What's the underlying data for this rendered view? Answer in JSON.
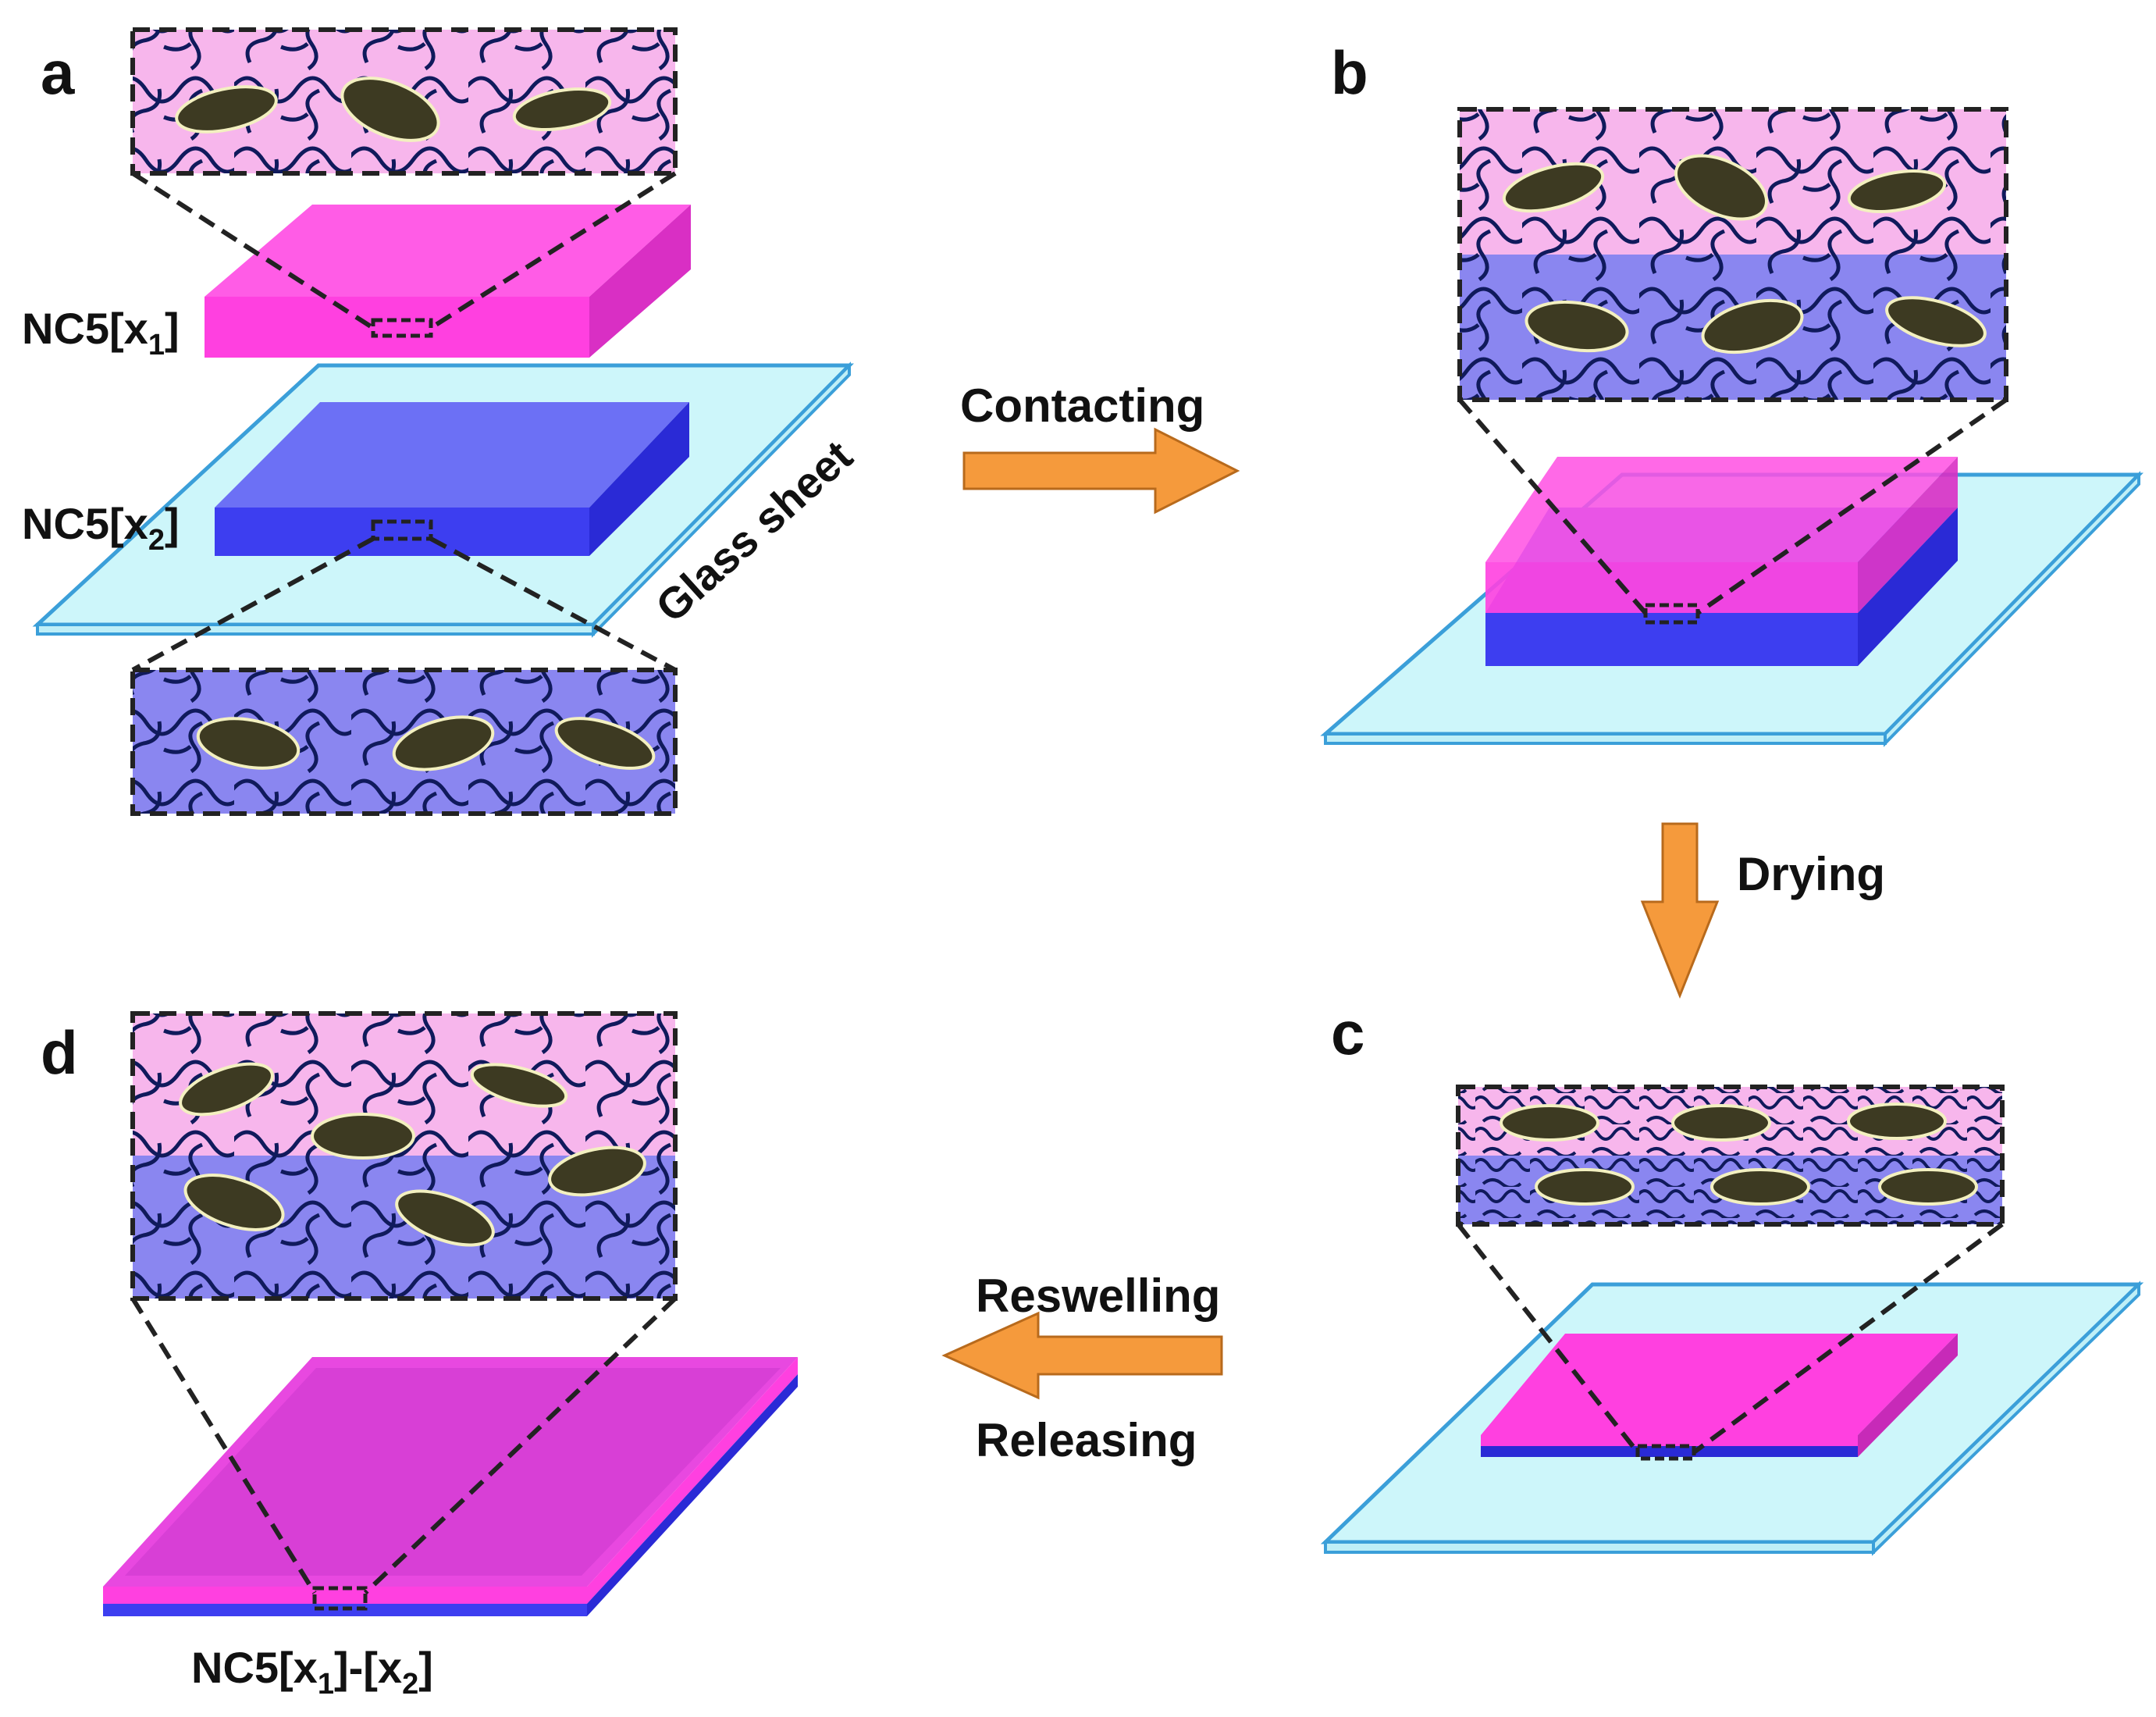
{
  "panels": {
    "a": "a",
    "b": "b",
    "c": "c",
    "d": "d"
  },
  "labels": {
    "gel_top": {
      "main": "NC5[x",
      "sub": "1",
      "end": "]"
    },
    "gel_bottom": {
      "main": "NC5[x",
      "sub": "2",
      "end": "]"
    },
    "glass_sheet": "Glass sheet",
    "bilayer": {
      "p1": "NC5[x",
      "s1": "1",
      "p2": "]-[x",
      "s2": "2",
      "p3": "]"
    }
  },
  "steps": {
    "contacting": "Contacting",
    "drying": "Drying",
    "reswelling": "Reswelling",
    "releasing": "Releasing"
  },
  "colors": {
    "magenta_gel": "#ff3fe0",
    "magenta_side": "#e830cf",
    "blue_gel": "#5a5cf2",
    "blue_side": "#2e2ee0",
    "glass": "#cdf6fa",
    "glass_edge": "#3b9fd9",
    "pink_zoom": "#f7b6ec",
    "blue_zoom": "#8a86f0",
    "arrow": "#f59a3c",
    "chain": "#101a5c",
    "clay": "#3d3a22"
  },
  "icons": [
    "zoom-box",
    "clay-platelet",
    "polymer-chain",
    "process-arrow"
  ]
}
